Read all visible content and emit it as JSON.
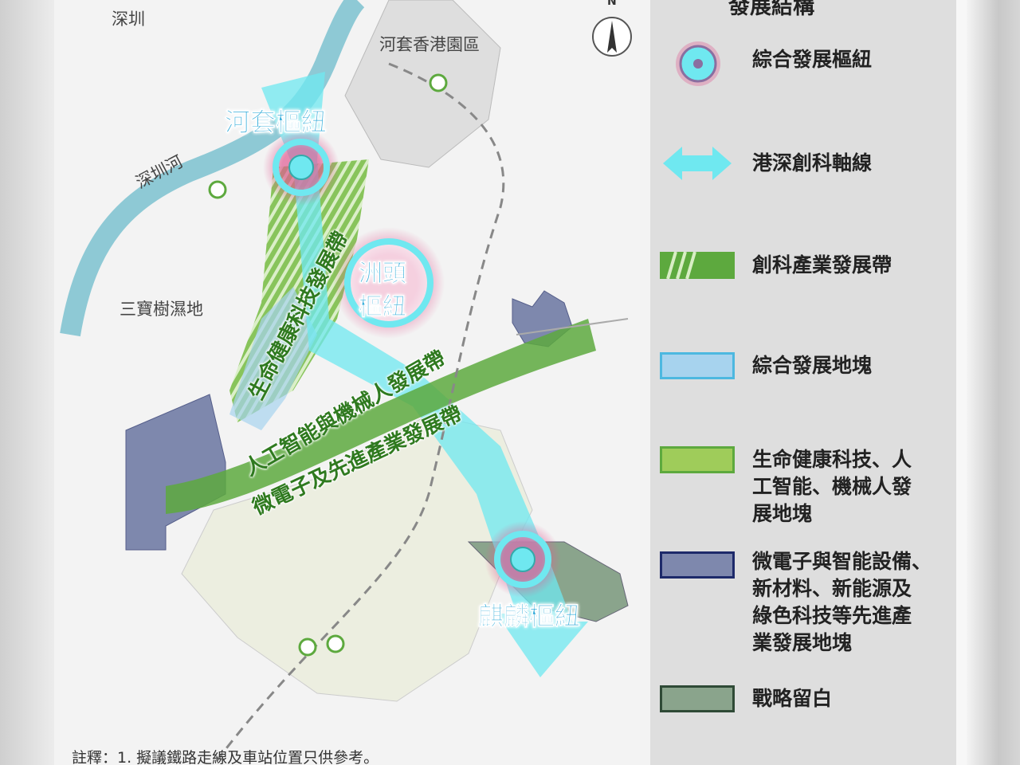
{
  "map": {
    "places": {
      "shenzhen": "深圳",
      "loop": "河套香港園區",
      "river": "深圳河",
      "wetland": "三寶樹濕地"
    },
    "hubs": {
      "loop_hub": "河套樞紐",
      "chau_tau_hub_line1": "洲頭",
      "chau_tau_hub_line2": "樞紐",
      "kwu_tung_hub": "麒麟樞紐"
    },
    "belts": {
      "life_health": "生命健康科技發展帶",
      "ai_robotics": "人工智能與機械人發展帶",
      "microelectronics": "微電子及先進產業發展帶"
    },
    "north_arrow": "N",
    "note": "註釋：1. 擬議鐵路走線及車站位置只供參考。"
  },
  "legend": {
    "title": "發展結構",
    "items": [
      {
        "icon": "hub-ring-icon",
        "label": "綜合發展樞紐"
      },
      {
        "icon": "double-arrow-icon",
        "label": "港深創科軸線"
      },
      {
        "icon": "hatched-green-band-icon",
        "label": "創科產業發展帶"
      },
      {
        "icon": "light-blue-swatch",
        "label": "綜合發展地塊",
        "color": "#a7d3ee"
      },
      {
        "icon": "green-swatch",
        "label_lines": [
          "生命健康科技、人",
          "工智能、機械人發",
          "展地塊"
        ],
        "color": "#9fcc5a"
      },
      {
        "icon": "navy-swatch",
        "label_lines": [
          "微電子與智能設備、",
          "新材料、新能源及",
          "綠色科技等先進產",
          "業發展地塊"
        ],
        "color": "#7e88ad"
      },
      {
        "icon": "grey-green-swatch",
        "label": "戰略留白",
        "color": "#8aa48c"
      }
    ]
  },
  "colors": {
    "cyan_axis": "#6fe8f0",
    "hub_pink": "#e05b93",
    "river": "#8ec9d5",
    "belt_green": "#4c9a35",
    "navy_block": "#7e88ad",
    "strategic_reserve": "#8aa48c"
  }
}
